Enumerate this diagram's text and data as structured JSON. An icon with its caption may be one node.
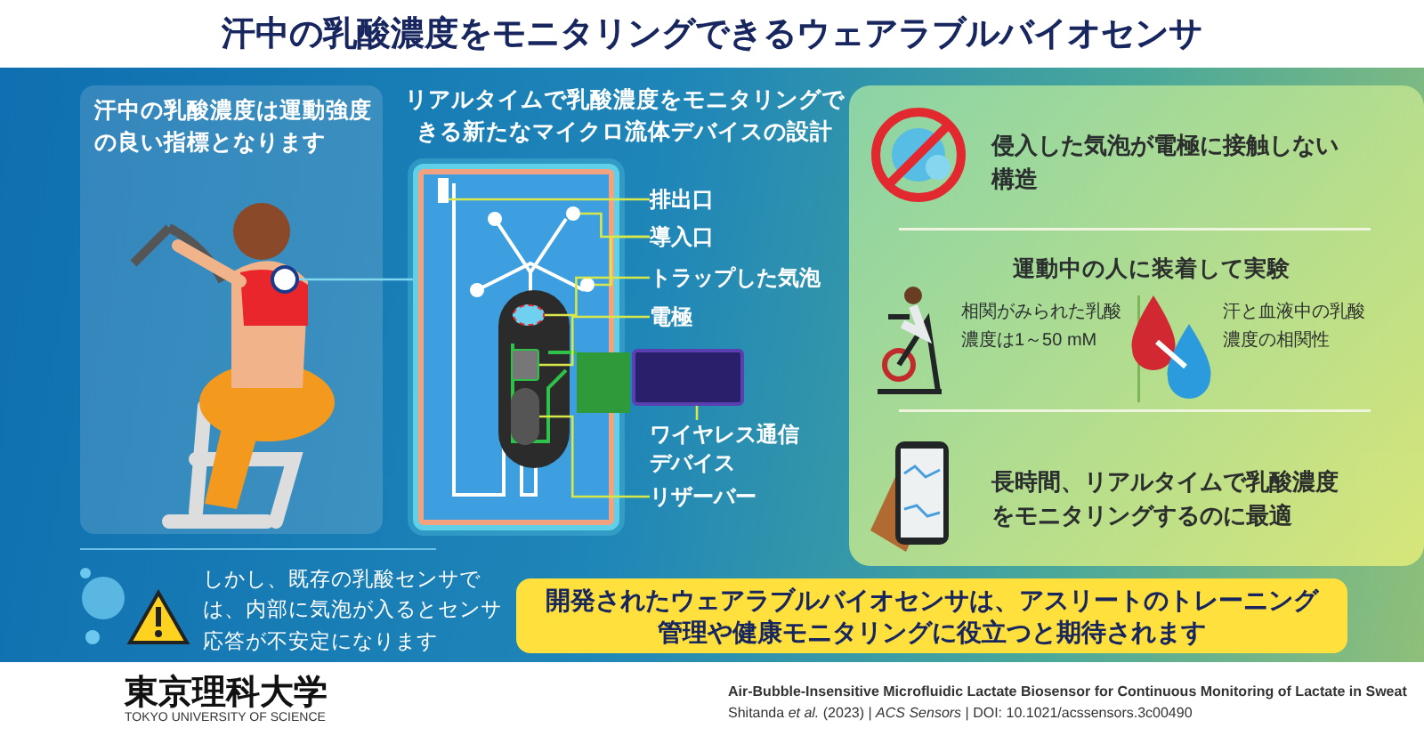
{
  "diagram": {
    "title": "汗中の乳酸濃度をモニタリングできるウェアラブルバイオセンサ",
    "nodes": [
      {
        "text": [
          "汗中の乳酸濃度は運動強度の良い指標となります"
        ]
      },
      {
        "text": [],
        "shape": "circle",
        "in": 0
      },
      {
        "text": [],
        "shape": "box"
      },
      {
        "text": [],
        "shape": "bar",
        "in": 2
      },
      {
        "text": [],
        "shape": "circle",
        "in": 2
      },
      {
        "text": [],
        "shape": "circle",
        "in": 2
      },
      {
        "text": [],
        "shape": "circle",
        "in": 2
      },
      {
        "text": [],
        "shape": "box",
        "in": 2
      },
      {
        "text": [],
        "shape": "box",
        "in": 2
      },
      {
        "text": [],
        "shape": "box"
      },
      {
        "text": [
          "排出口"
        ]
      },
      {
        "text": [
          "導入口"
        ]
      },
      {
        "text": [
          "トラップした気泡"
        ]
      },
      {
        "text": [
          "電極"
        ]
      },
      {
        "text": [
          "ワイヤレス通信デバイス"
        ]
      },
      {
        "text": [
          "リザーバー"
        ]
      },
      {
        "text": [
          "侵入した気泡が電極に接触しない構造",
          "運動中の人に装着して実験",
          "相関がみられた乳酸濃度は1～50 mM",
          "汗と血液中の乳酸濃度の相関性",
          "長時間、リアルタイムで乳酸濃度をモニタリングするのに最適"
        ]
      },
      {
        "text": [
          "開発されたウェアラブルバイオセンサは、アスリートのトレーニング管理や健康モニタリングに役立つと期待されます"
        ]
      }
    ],
    "edges": [
      {
        "from": 1,
        "to": 2,
        "arrow": "none",
        "color": "#7fd8f0"
      },
      {
        "from": 10,
        "to": 3,
        "arrow": "none"
      },
      {
        "from": 11,
        "to": 4,
        "arrow": "none"
      },
      {
        "from": 11,
        "to": 5,
        "arrow": "none"
      },
      {
        "from": 12,
        "to": 6,
        "arrow": "none"
      },
      {
        "from": 13,
        "to": 7,
        "arrow": "none"
      },
      {
        "from": 14,
        "to": 9,
        "arrow": "none"
      },
      {
        "from": 15,
        "to": 8,
        "arrow": "none"
      }
    ],
    "labels": [
      "リアルタイムで乳酸濃度をモニタリングできる新たなマイクロ流体デバイスの設計",
      "しかし、既存の乳酸センサでは、内部に気泡が入るとセンサ応答が不安定になります",
      "東京理科大学",
      "TOKYO UNIVERSITY OF SCIENCE",
      "Air-Bubble-Insensitive Microfluidic Lactate Biosensor for Continuous Monitoring of Lactate in Sweat",
      "Shitanda *et al.* (2023) | *ACS Sensors* | DOI: 10.1021/acssensors.3c00490"
    ]
  }
}
